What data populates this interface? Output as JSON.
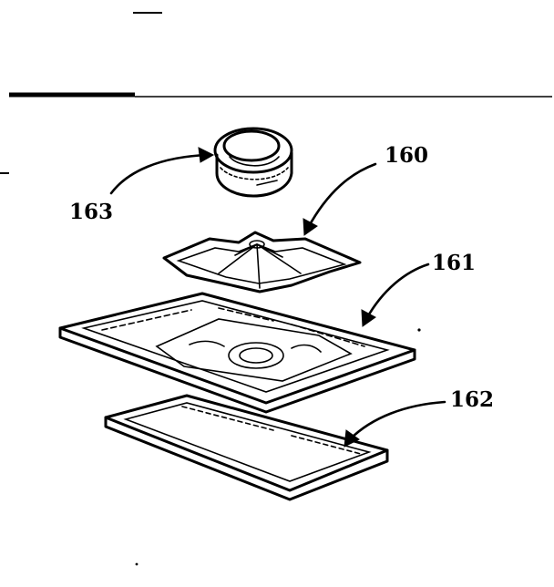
{
  "diagram": {
    "parts": [
      {
        "id": "knob",
        "label": "163"
      },
      {
        "id": "spider",
        "label": "160"
      },
      {
        "id": "tray",
        "label": "161"
      },
      {
        "id": "pan",
        "label": "162"
      }
    ]
  }
}
